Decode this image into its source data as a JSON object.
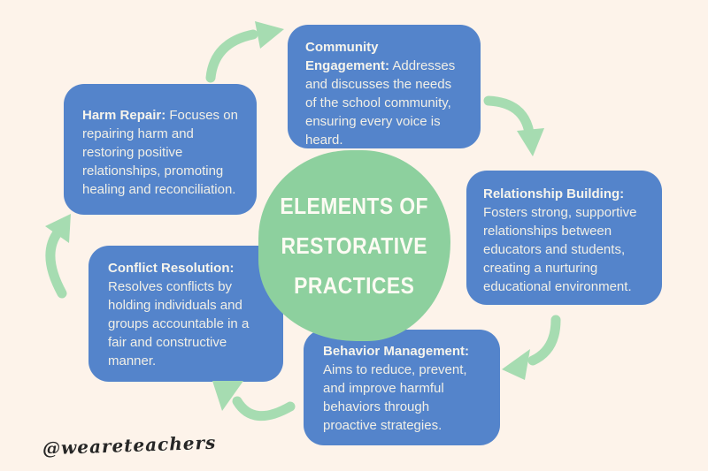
{
  "title": {
    "lines": [
      "ELEMENTS OF",
      "RESTORATIVE",
      "PRACTICES"
    ]
  },
  "boxes": [
    {
      "id": "community-engagement",
      "label": "Community Engagement:",
      "description": " Addresses and discusses the needs of the school community, ensuring every voice is heard."
    },
    {
      "id": "relationship-building",
      "label": "Relationship Building:",
      "description": " Fosters strong, supportive relationships between educators and students, creating a nurturing educational environment."
    },
    {
      "id": "behavior-management",
      "label": "Behavior Management:",
      "description": " Aims to reduce, prevent, and improve harmful behaviors through proactive strategies."
    },
    {
      "id": "conflict-resolution",
      "label": "Conflict Resolution:",
      "description": " Resolves conflicts by holding individuals and groups accountable in a fair and constructive manner."
    },
    {
      "id": "harm-repair",
      "label": "Harm Repair:",
      "description": " Focuses on repairing harm and restoring positive relationships, promoting healing and reconciliation."
    }
  ],
  "arrows": [
    "arrow-harm-repair-to-community-engagement",
    "arrow-community-engagement-to-relationship-building",
    "arrow-relationship-building-to-behavior-management",
    "arrow-behavior-management-to-conflict-resolution",
    "arrow-conflict-resolution-to-harm-repair"
  ],
  "colors": {
    "background": "#fdf3ea",
    "box_blue": "#5484cb",
    "circle_green": "#8dd09e",
    "arrow_green": "#a6dcb1",
    "box_text": "#f1efe6",
    "title_text": "#fdfbf3"
  },
  "watermark": "@weareteachers"
}
